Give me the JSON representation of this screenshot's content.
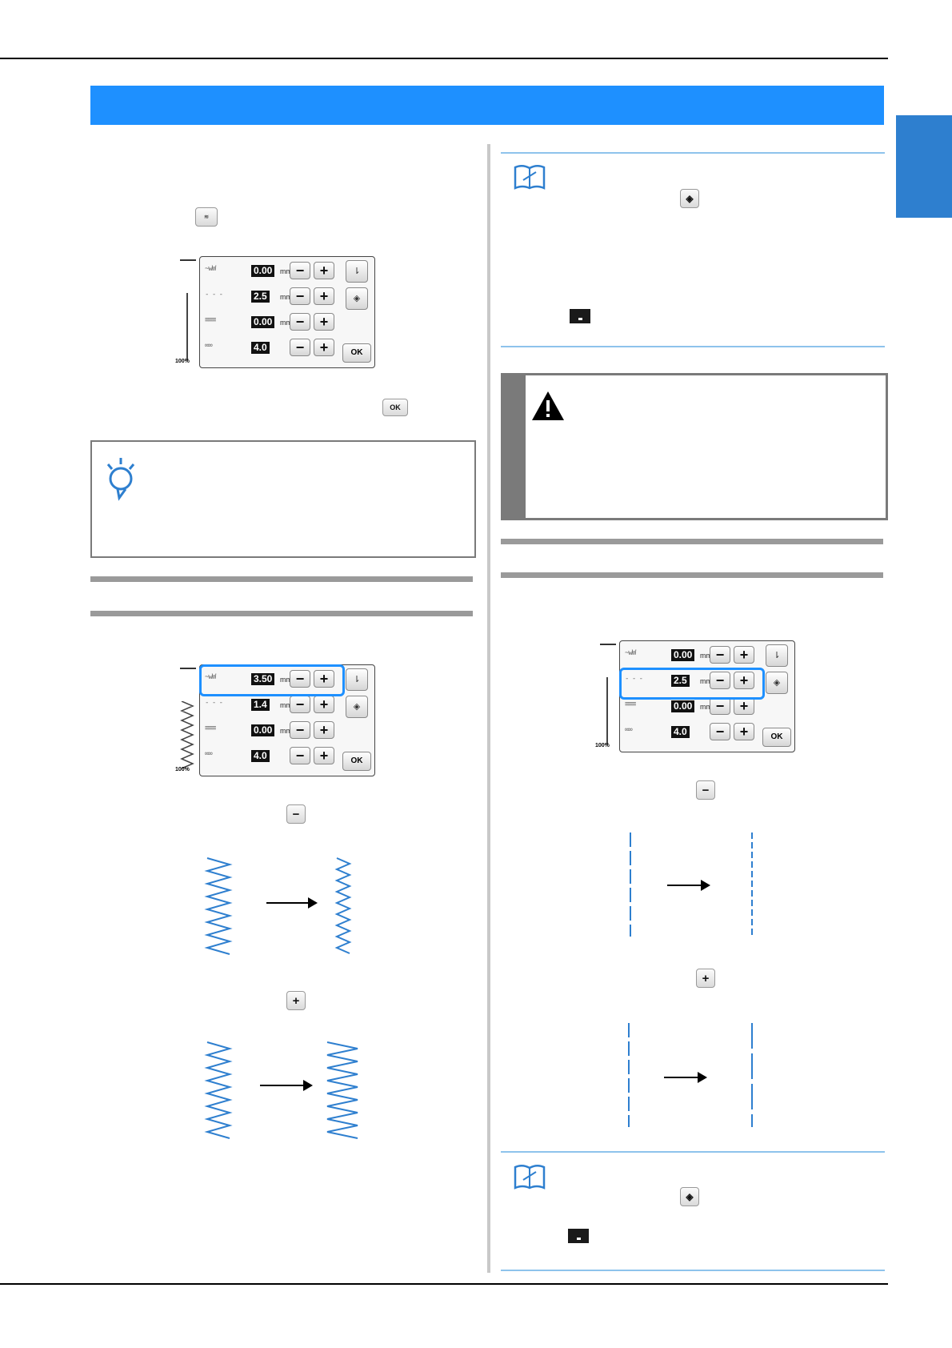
{
  "panels": {
    "panel1": {
      "rows": [
        {
          "value": "0.00",
          "unit": "mm"
        },
        {
          "value": "2.5",
          "unit": "mm"
        },
        {
          "value": "0.00",
          "unit": "mm"
        },
        {
          "value": "4.0",
          "unit": ""
        }
      ],
      "minus": "−",
      "plus": "+",
      "ok": "OK",
      "percent": "100%"
    },
    "panel2": {
      "rows": [
        {
          "value": "3.50",
          "unit": "mm"
        },
        {
          "value": "1.4",
          "unit": "mm"
        },
        {
          "value": "0.00",
          "unit": "mm"
        },
        {
          "value": "4.0",
          "unit": ""
        }
      ],
      "minus": "−",
      "plus": "+",
      "ok": "OK",
      "percent": "100%"
    },
    "panel3": {
      "rows": [
        {
          "value": "0.00",
          "unit": "mm"
        },
        {
          "value": "2.5",
          "unit": "mm"
        },
        {
          "value": "0.00",
          "unit": "mm"
        },
        {
          "value": "4.0",
          "unit": ""
        }
      ],
      "minus": "−",
      "plus": "+",
      "ok": "OK",
      "percent": "100%"
    }
  },
  "inline_icons": {
    "ok_label": "OK",
    "minus": "−",
    "plus": "+"
  }
}
